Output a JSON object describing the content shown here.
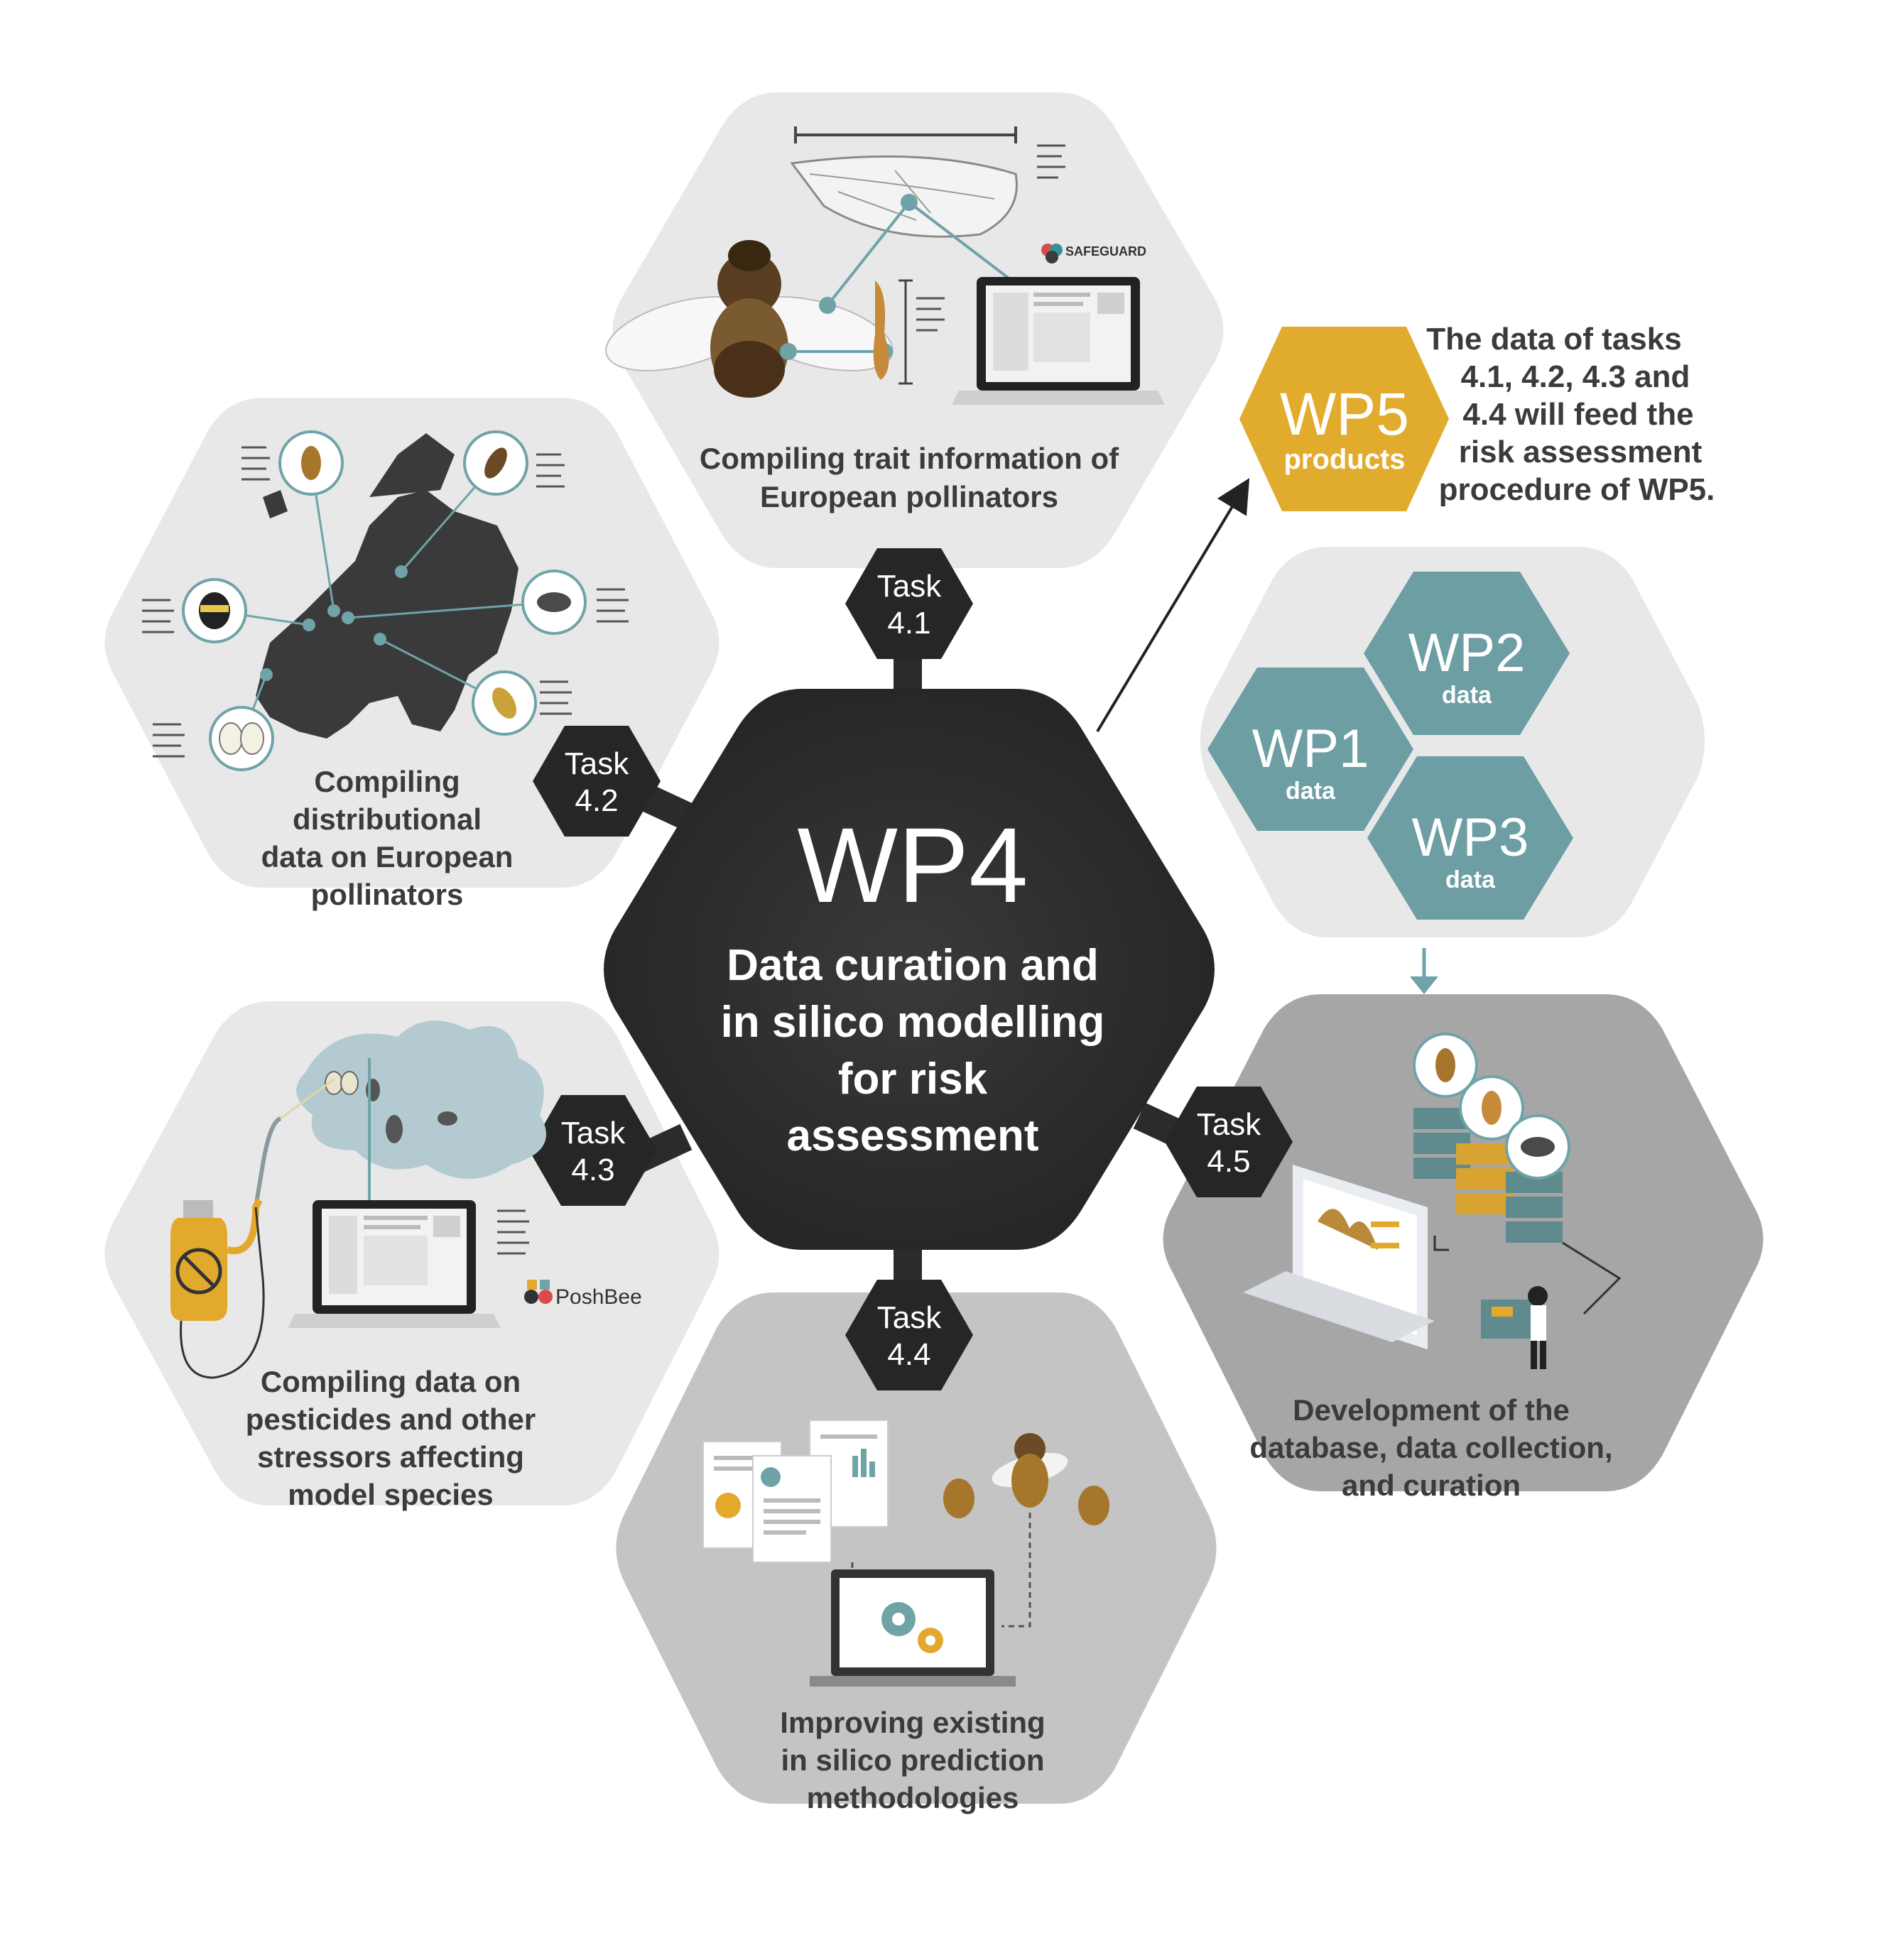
{
  "center": {
    "title": "WP4",
    "subtitle_lines": [
      "Data curation and",
      "in silico modelling",
      "for risk",
      "assessment"
    ]
  },
  "tasks": [
    {
      "label_line1": "Task",
      "label_line2": "4.1",
      "description_lines": [
        "Compiling trait information of",
        "European pollinators"
      ]
    },
    {
      "label_line1": "Task",
      "label_line2": "4.2",
      "description_lines": [
        "Compiling",
        "distributional",
        "data on European",
        "pollinators"
      ]
    },
    {
      "label_line1": "Task",
      "label_line2": "4.3",
      "description_lines": [
        "Compiling data on",
        "pesticides and other",
        "stressors affecting",
        "model species"
      ]
    },
    {
      "label_line1": "Task",
      "label_line2": "4.4",
      "description_lines": [
        "Improving existing",
        "in silico prediction",
        "methodologies"
      ]
    },
    {
      "label_line1": "Task",
      "label_line2": "4.5",
      "description_lines": [
        "Development of the",
        "database, data collection,",
        "and curation"
      ]
    }
  ],
  "wp5": {
    "title": "WP5",
    "subtitle": "products",
    "note_lines": [
      "The data of tasks",
      "4.1, 4.2, 4.3 and",
      "4.4 will feed the",
      "risk assessment",
      "procedure of WP5."
    ]
  },
  "inputs": [
    {
      "title": "WP1",
      "subtitle": "data"
    },
    {
      "title": "WP2",
      "subtitle": "data"
    },
    {
      "title": "WP3",
      "subtitle": "data"
    }
  ],
  "logos": {
    "safeguard": "SAFEGUARD",
    "poshbee": "PoshBee"
  },
  "icons": [
    "europe-map-icon",
    "bee-icon",
    "butterfly-icon",
    "wing-icon",
    "laptop-icon",
    "sprayer-icon",
    "document-icon",
    "gear-icon",
    "server-icon",
    "person-icon"
  ],
  "colors": {
    "center": "#2b2b2b",
    "light_hex": "#e8e8e9",
    "mid_hex": "#c4c4c4",
    "dark_hex": "#a6a6a6",
    "wp5": "#e1ac2e",
    "wp_inputs": "#6c9ea4",
    "accent": "#6fa3a8"
  }
}
